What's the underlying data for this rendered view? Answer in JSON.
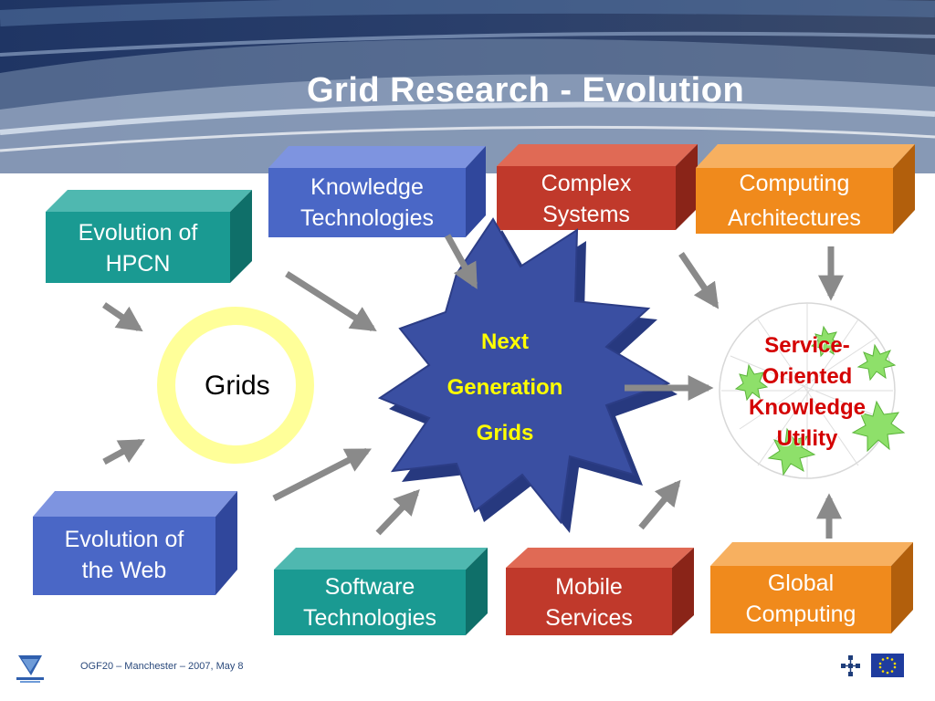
{
  "slide": {
    "title": "Grid Research - Evolution",
    "footer": "OGF20 – Manchester – 2007, May 8"
  },
  "boxes": {
    "hpcn": [
      "Evolution of",
      "HPCN"
    ],
    "knowledge": [
      "Knowledge",
      "Technologies"
    ],
    "complex": [
      "Complex",
      "Systems"
    ],
    "computing": [
      "Computing",
      "Architectures"
    ],
    "web": [
      "Evolution of",
      "the Web"
    ],
    "software": [
      "Software",
      "Technologies"
    ],
    "mobile": [
      "Mobile",
      "Services"
    ],
    "global": [
      "Global",
      "Computing"
    ]
  },
  "center": {
    "grids": "Grids",
    "next_generation": [
      "Next",
      "Generation",
      "Grids"
    ],
    "service_oriented": [
      "Service-",
      "Oriented",
      "Knowledge",
      "Utility"
    ]
  },
  "colors": {
    "teal": "#1a9a92",
    "blue": "#4a67c6",
    "red": "#c0392b",
    "orange": "#f08a1c",
    "star": "#3a4fa2",
    "ring": "#ffff99",
    "service_text": "#d40000",
    "star_text": "#ffff00"
  },
  "logos": {
    "fp7": "fp7-logo-icon",
    "grid_network": "grid-network-icon",
    "eu_flag": "eu-flag-icon"
  }
}
